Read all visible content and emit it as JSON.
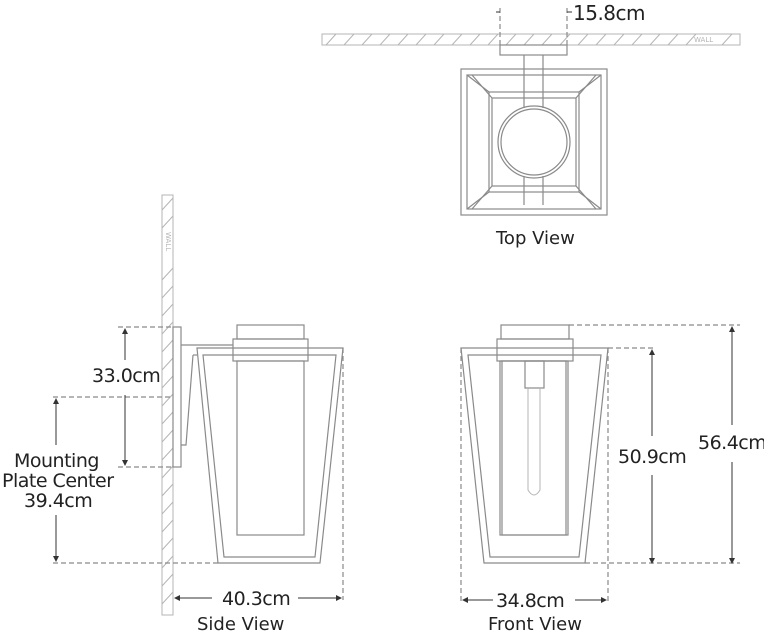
{
  "views": {
    "top": "Top View",
    "side": "Side View",
    "front": "Front View"
  },
  "wall_label": "WALL",
  "dimensions": {
    "top_plate_width": "15.8cm",
    "side_backplate_height": "33.0cm",
    "mounting_plate_center_label_line1": "Mounting",
    "mounting_plate_center_label_line2": "Plate Center",
    "mounting_plate_center_value": "39.4cm",
    "side_depth": "40.3cm",
    "front_width": "34.8cm",
    "front_body_height": "50.9cm",
    "front_overall_height": "56.4cm"
  },
  "colors": {
    "line": "#8a8a8a",
    "dimension": "#333333",
    "wall_hatch": "#b5b5b5",
    "text": "#222222"
  }
}
